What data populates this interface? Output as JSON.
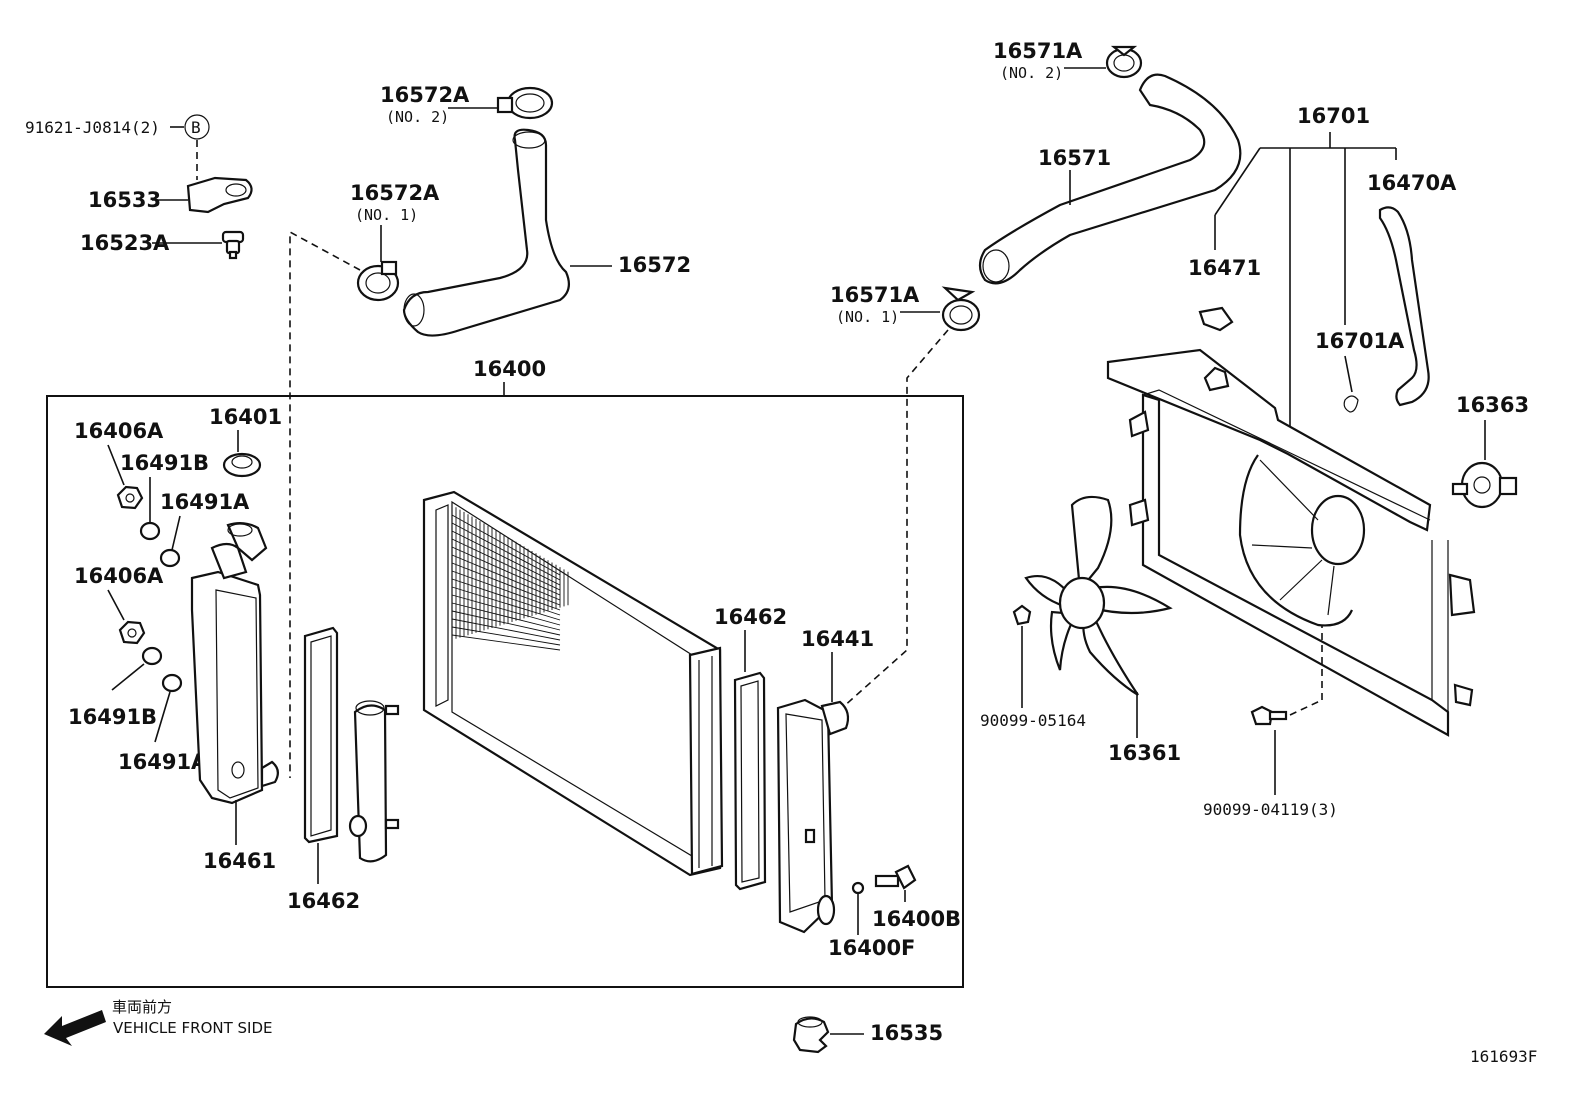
{
  "labels": {
    "p91621": "91621-J0814(2)",
    "circ_b": "B",
    "p16533": "16533",
    "p16523A": "16523A",
    "p16572A_no2": "16572A",
    "no2_a": "(NO. 2)",
    "p16572A_no1": "16572A",
    "no1_a": "(NO. 1)",
    "p16572": "16572",
    "p16571A_no2": "16571A",
    "no2_b": "(NO. 2)",
    "p16571": "16571",
    "p16571A_no1": "16571A",
    "no1_b": "(NO. 1)",
    "p16701": "16701",
    "p16470A": "16470A",
    "p16471": "16471",
    "p16701A": "16701A",
    "p16363": "16363",
    "p16400": "16400",
    "p16406A_a": "16406A",
    "p16401": "16401",
    "p16491B_a": "16491B",
    "p16491A_a": "16491A",
    "p16406A_b": "16406A",
    "p16491B_b": "16491B",
    "p16491A_b": "16491A",
    "p16461": "16461",
    "p16462_a": "16462",
    "p16462_b": "16462",
    "p16441": "16441",
    "p16400B": "16400B",
    "p16400F": "16400F",
    "p90099_05164": "90099-05164",
    "p16361": "16361",
    "p90099_04119": "90099-04119(3)",
    "p16535": "16535",
    "front_jp": "車両前方",
    "front_en": "VEHICLE FRONT SIDE",
    "diagram_code": "161693F"
  },
  "icons": {
    "front_arrow": "arrow-left-icon"
  }
}
